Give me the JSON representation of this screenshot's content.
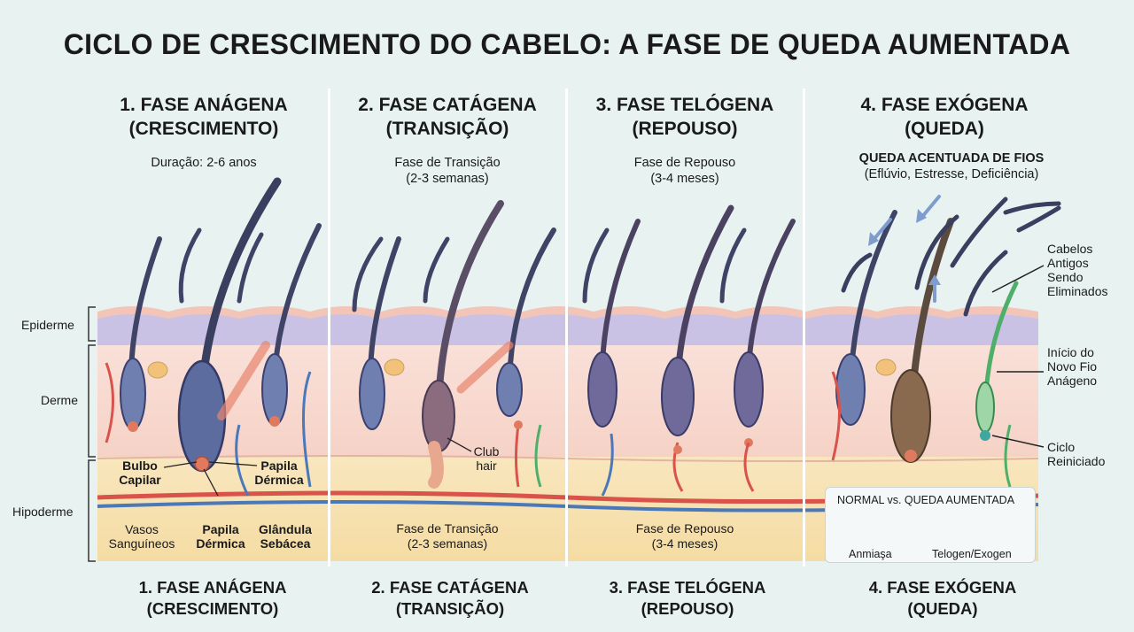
{
  "title": "CICLO DE CRESCIMENTO DO CABELO: A FASE DE QUEDA AUMENTADA",
  "layers": {
    "epiderme": "Epiderme",
    "derme": "Derme",
    "hipoderme": "Hipoderme"
  },
  "panels": [
    {
      "head1": "1. FASE ANÁGENA",
      "head2": "(CRESCIMENTO)",
      "sub1": "Duração: 2-6 anos",
      "foot1": "1. FASE ANÁGENA",
      "foot2": "(CRESCIMENTO)"
    },
    {
      "head1": "2. FASE CATÁGENA",
      "head2": "(TRANSIÇÃO)",
      "sub1": "Fase de Transição",
      "sub2": "(2-3 semanas)",
      "bottom1": "Fase de Transição",
      "bottom2": "(2-3 semanas)",
      "foot1": "2. FASE CATÁGENA",
      "foot2": "(TRANSIÇÃO)"
    },
    {
      "head1": "3. FASE TELÓGENA",
      "head2": "(REPOUSO)",
      "sub1": "Fase de Repouso",
      "sub2": "(3-4 meses)",
      "bottom1": "Fase de Repouso",
      "bottom2": "(3-4 meses)",
      "foot1": "3. FASE TELÓGENA",
      "foot2": "(REPOUSO)"
    },
    {
      "head1": "4. FASE EXÓGENA",
      "head2": "(QUEDA)",
      "sub1": "QUEDA ACENTUADA DE FIOS",
      "sub2": "(Eflúvio, Estresse, Deficiência)",
      "foot1": "4. FASE EXÓGENA",
      "foot2": "(QUEDA)"
    }
  ],
  "anatomy": {
    "bulbo1": "Bulbo",
    "bulbo2": "Capilar",
    "papila_a1": "Papila",
    "papila_a2": "Dérmica",
    "papila_b1": "Papila",
    "papila_b2": "Dérmica",
    "vasos1": "Vasos",
    "vasos2": "Sanguíneos",
    "glandula1": "Glândula",
    "glandula2": "Sebácea",
    "club1": "Club",
    "club2": "hair"
  },
  "callouts": {
    "antigos": [
      "Cabelos",
      "Antigos",
      "Sendo",
      "Eliminados"
    ],
    "novo": [
      "Início do",
      "Novo Fio",
      "Anágeno"
    ],
    "ciclo": [
      "Ciclo",
      "Reiniciado"
    ]
  },
  "inset": {
    "title": "NORMAL vs. QUEDA AUMENTADA",
    "left_label": "Anmiaşa",
    "right_label": "Telogen/Exogen"
  },
  "colors": {
    "epidermis": "#c9c2e4",
    "dermis": "#f7dcd3",
    "hypodermis": "#f7e2b2",
    "hair": "#4a4f6e",
    "vessel_red": "#d9534a",
    "vessel_blue": "#4a78b8",
    "new_hair": "#4fae6a"
  }
}
